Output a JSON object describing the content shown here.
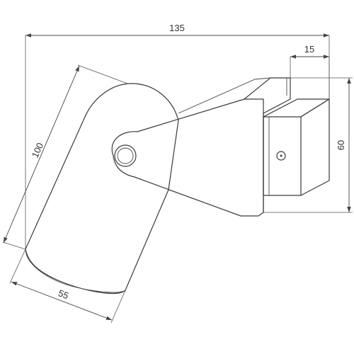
{
  "dimensions": {
    "overall_width": "135",
    "mount_depth": "15",
    "mount_height": "60",
    "body_length": "100",
    "body_diameter": "55"
  },
  "colors": {
    "line": "#3a3a3a",
    "background": "#ffffff"
  }
}
